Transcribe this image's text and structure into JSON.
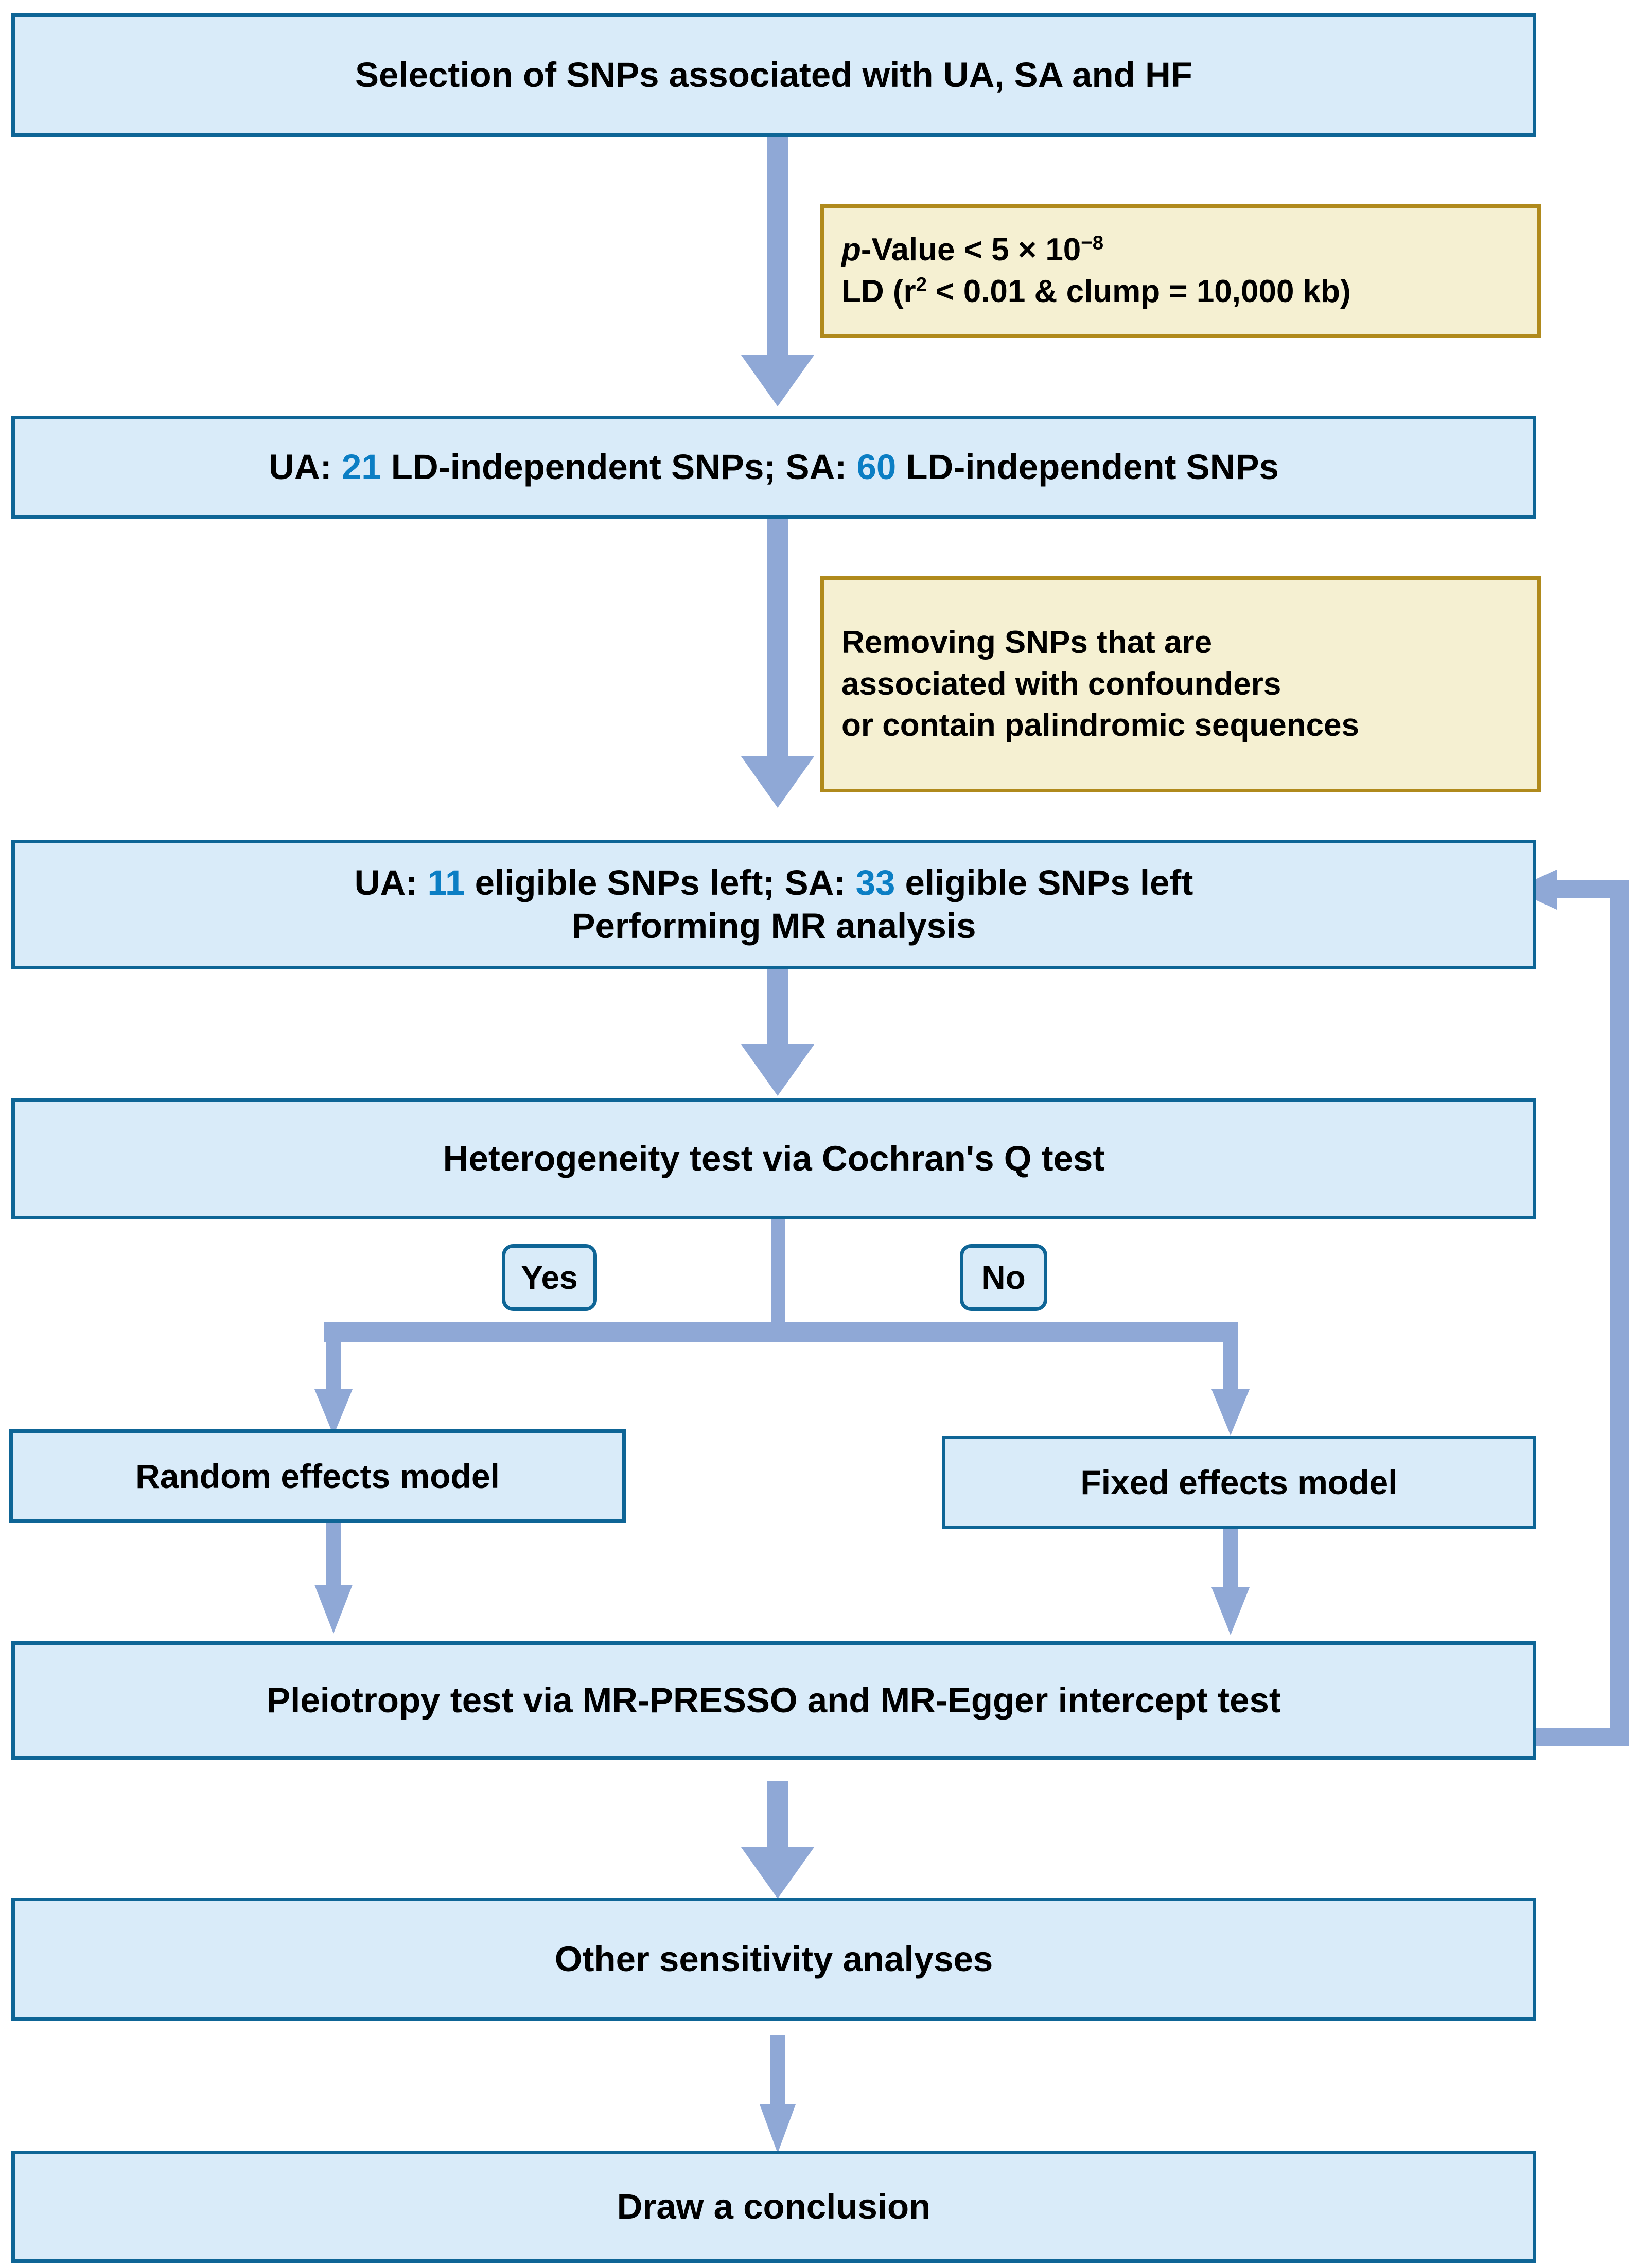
{
  "meta": {
    "title": "Mendelian Randomization study flowchart",
    "colors": {
      "box_fill": "#D9EBF9",
      "box_border": "#0E6596",
      "note_fill": "#F5F0D2",
      "note_border": "#B08A1C",
      "arrow": "#8FA8D6",
      "highlight_number": "#0B7EC4",
      "text": "#000000",
      "background": "#FFFFFF"
    }
  },
  "nodes": {
    "selection": {
      "label": "Selection of SNPs associated with UA, SA and HF"
    },
    "criteria_note": {
      "line1_prefix": "p",
      "line1_rest": "-Value < 5 × 10",
      "line1_sup": "−8",
      "line2_prefix": "LD (r",
      "line2_sup": "2",
      "line2_rest": " < 0.01 & clump = 10,000 kb)"
    },
    "ld_independent": {
      "part1": "UA: ",
      "count1": "21",
      "part2": " LD-independent SNPs; SA: ",
      "count2": "60",
      "part3": " LD-independent SNPs"
    },
    "removing_note": {
      "line1": "Removing SNPs that are",
      "line2": "associated with confounders",
      "line3": "or contain palindromic sequences"
    },
    "eligible": {
      "part1": "UA: ",
      "count1": "11",
      "part2": " eligible SNPs left; SA: ",
      "count2": "33",
      "part3": " eligible SNPs left",
      "line2": "Performing MR analysis"
    },
    "heterogeneity": {
      "label": "Heterogeneity test via Cochran's Q test"
    },
    "branch_yes": {
      "label": "Yes"
    },
    "branch_no": {
      "label": "No"
    },
    "random_effects": {
      "label": "Random effects model"
    },
    "fixed_effects": {
      "label": "Fixed effects model"
    },
    "pleiotropy": {
      "label": "Pleiotropy test via MR-PRESSO and MR-Egger intercept test"
    },
    "sensitivity": {
      "label": "Other sensitivity analyses"
    },
    "conclusion": {
      "label": "Draw a conclusion"
    }
  },
  "chart_data": {
    "type": "diagram",
    "title": "Mendelian Randomization study flowchart",
    "flow": [
      {
        "id": "selection",
        "text": "Selection of SNPs associated with UA, SA and HF",
        "shape": "rect"
      },
      {
        "id": "criteria_note",
        "text": "p-Value < 5 × 10−8 ; LD (r2 < 0.01 & clump = 10,000 kb)",
        "shape": "note"
      },
      {
        "id": "ld_independent",
        "text": "UA: 21 LD-independent SNPs; SA: 60 LD-independent SNPs",
        "shape": "rect"
      },
      {
        "id": "removing_note",
        "text": "Removing SNPs that are associated with confounders or contain palindromic sequences",
        "shape": "note"
      },
      {
        "id": "eligible",
        "text": "UA: 11 eligible SNPs left; SA: 33 eligible SNPs left / Performing MR analysis",
        "shape": "rect"
      },
      {
        "id": "heterogeneity",
        "text": "Heterogeneity test via Cochran's Q test",
        "shape": "rect"
      },
      {
        "id": "random_effects",
        "text": "Random effects model",
        "shape": "rect",
        "branch": "Yes"
      },
      {
        "id": "fixed_effects",
        "text": "Fixed effects model",
        "shape": "rect",
        "branch": "No"
      },
      {
        "id": "pleiotropy",
        "text": "Pleiotropy test via MR-PRESSO and MR-Egger intercept test",
        "shape": "rect"
      },
      {
        "id": "sensitivity",
        "text": "Other sensitivity analyses",
        "shape": "rect"
      },
      {
        "id": "conclusion",
        "text": "Draw a conclusion",
        "shape": "rect"
      }
    ],
    "edges": [
      {
        "from": "selection",
        "to": "ld_independent",
        "label": ""
      },
      {
        "from": "ld_independent",
        "to": "eligible",
        "label": ""
      },
      {
        "from": "eligible",
        "to": "heterogeneity",
        "label": ""
      },
      {
        "from": "heterogeneity",
        "to": "random_effects",
        "label": "Yes"
      },
      {
        "from": "heterogeneity",
        "to": "fixed_effects",
        "label": "No"
      },
      {
        "from": "random_effects",
        "to": "pleiotropy",
        "label": ""
      },
      {
        "from": "fixed_effects",
        "to": "pleiotropy",
        "label": ""
      },
      {
        "from": "pleiotropy",
        "to": "eligible",
        "label": "feedback loop"
      },
      {
        "from": "pleiotropy",
        "to": "sensitivity",
        "label": ""
      },
      {
        "from": "sensitivity",
        "to": "conclusion",
        "label": ""
      }
    ],
    "counts": {
      "UA_LD_independent": 21,
      "SA_LD_independent": 60,
      "UA_eligible": 11,
      "SA_eligible": 33
    },
    "thresholds": {
      "p_value": "5 × 10^-8",
      "r2": "< 0.01",
      "clump_kb": 10000
    }
  }
}
